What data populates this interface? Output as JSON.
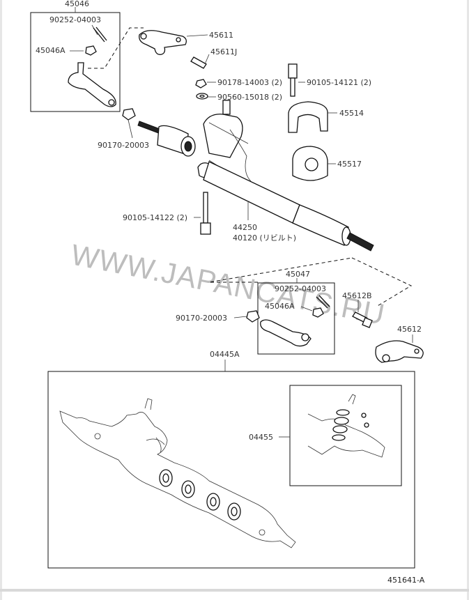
{
  "diagram_code": "451641-A",
  "watermark": "WWW.JAPANCATS.RU",
  "labels": {
    "l45046": "45046",
    "l90252a": "90252-04003",
    "l45046Aa": "45046A",
    "l45611": "45611",
    "l45611J": "45611J",
    "l90178": "90178-14003 (2)",
    "l90560": "90560-15018 (2)",
    "l90105a": "90105-14121 (2)",
    "l45514": "45514",
    "l90170a": "90170-20003",
    "l45517": "45517",
    "l90105b": "90105-14122 (2)",
    "l44250": "44250",
    "l40120": "40120 (リビルト)",
    "l45047": "45047",
    "l90252b": "90252-04003",
    "l45046Ab": "45046A",
    "l45612B": "45612B",
    "l90170b": "90170-20003",
    "l45612": "45612",
    "l04445A": "04445A",
    "l04455": "04455"
  }
}
